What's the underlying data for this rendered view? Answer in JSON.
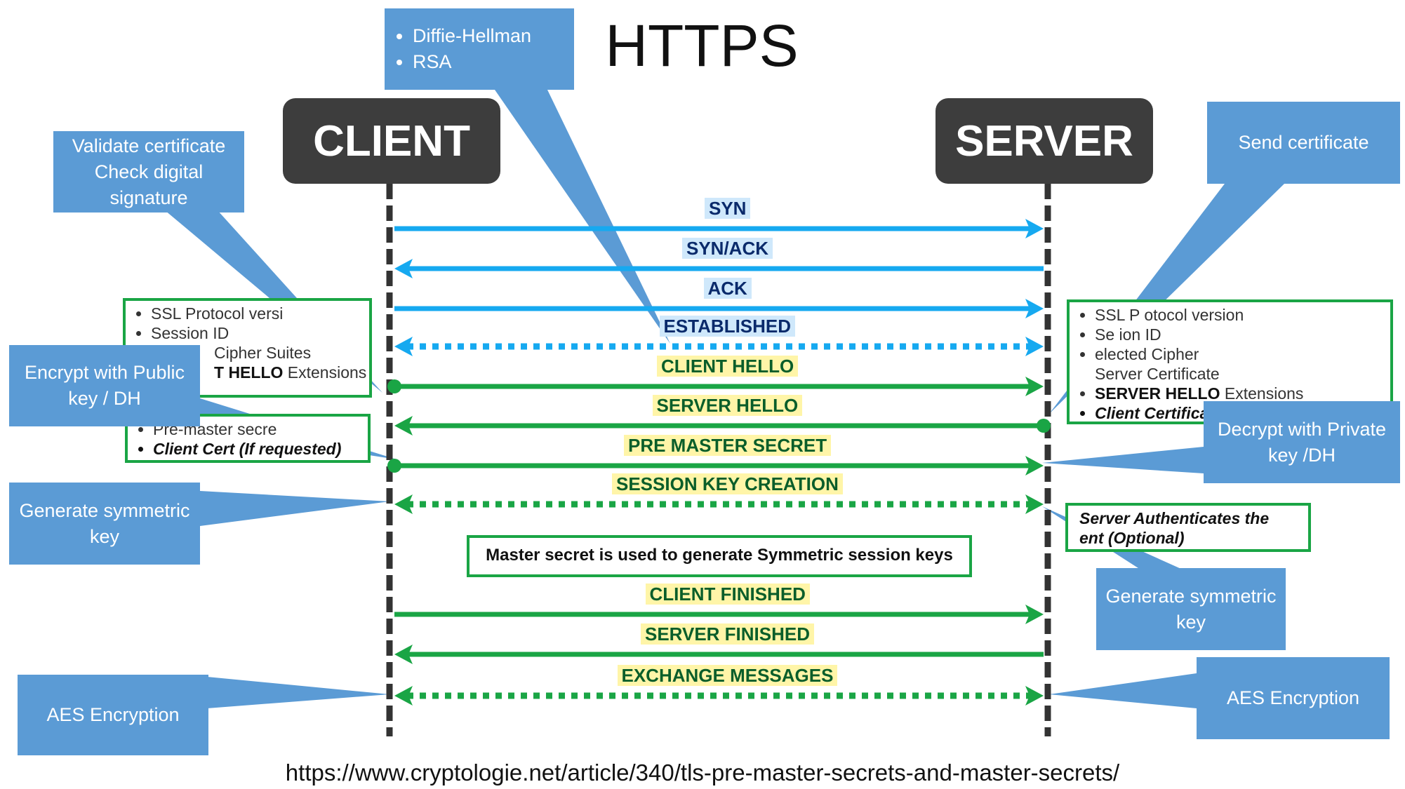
{
  "title": "HTTPS",
  "actors": {
    "client": "CLIENT",
    "server": "SERVER"
  },
  "messages": [
    {
      "label": "SYN",
      "dir": "right",
      "style": "solid",
      "color": "#16a9f0"
    },
    {
      "label": "SYN/ACK",
      "dir": "left",
      "style": "solid",
      "color": "#16a9f0"
    },
    {
      "label": "ACK",
      "dir": "right",
      "style": "solid",
      "color": "#16a9f0"
    },
    {
      "label": "ESTABLISHED",
      "dir": "both",
      "style": "dotted",
      "color": "#16a9f0"
    },
    {
      "label": "CLIENT HELLO",
      "dir": "right",
      "style": "solid",
      "color": "#1aa545"
    },
    {
      "label": "SERVER HELLO",
      "dir": "left",
      "style": "solid",
      "color": "#1aa545"
    },
    {
      "label": "PRE MASTER SECRET",
      "dir": "right",
      "style": "solid",
      "color": "#1aa545"
    },
    {
      "label": "SESSION KEY CREATION",
      "dir": "both",
      "style": "dotted",
      "color": "#1aa545"
    },
    {
      "label": "CLIENT FINISHED",
      "dir": "right",
      "style": "solid",
      "color": "#1aa545"
    },
    {
      "label": "SERVER FINISHED",
      "dir": "left",
      "style": "solid",
      "color": "#1aa545"
    },
    {
      "label": "EXCHANGE MESSAGES",
      "dir": "both",
      "style": "dotted",
      "color": "#1aa545"
    }
  ],
  "callouts": {
    "key_exchange": [
      "Diffie-Hellman",
      "RSA"
    ],
    "validate_cert": "Validate certificate Check digital signature",
    "send_cert": "Send certificate",
    "encrypt_public": "Encrypt with Public key / DH",
    "decrypt_private": "Decrypt with Private key /DH",
    "gen_sym_client": "Generate symmetric key",
    "gen_sym_server": "Generate symmetric key",
    "aes_client": "AES Encryption",
    "aes_server": "AES Encryption"
  },
  "client_hello_box": {
    "items": [
      "SSL Protocol versi",
      "Session ID",
      "Cipher Suites"
    ],
    "last_bold": "T HELLO",
    "last_rest": " Extensions"
  },
  "pre_master_box": {
    "item1": "Pre-master secre",
    "item2": "Client Cert (If requested)"
  },
  "server_hello_box": {
    "items": [
      "SSL P otocol version",
      "Se  ion ID",
      " elected Cipher"
    ],
    "plain": "Server Certificate",
    "bold_part": "SERVER HELLO",
    "bold_rest": " Extensions",
    "last_bi": "Client Certifica"
  },
  "server_auth_box": {
    "line1": "Server Authenticates the",
    "line2": "  ent (Optional)"
  },
  "master_note": "Master secret is used to generate Symmetric session keys",
  "footer_url": "https://www.cryptologie.net/article/340/tls-pre-master-secrets-and-master-secrets/"
}
